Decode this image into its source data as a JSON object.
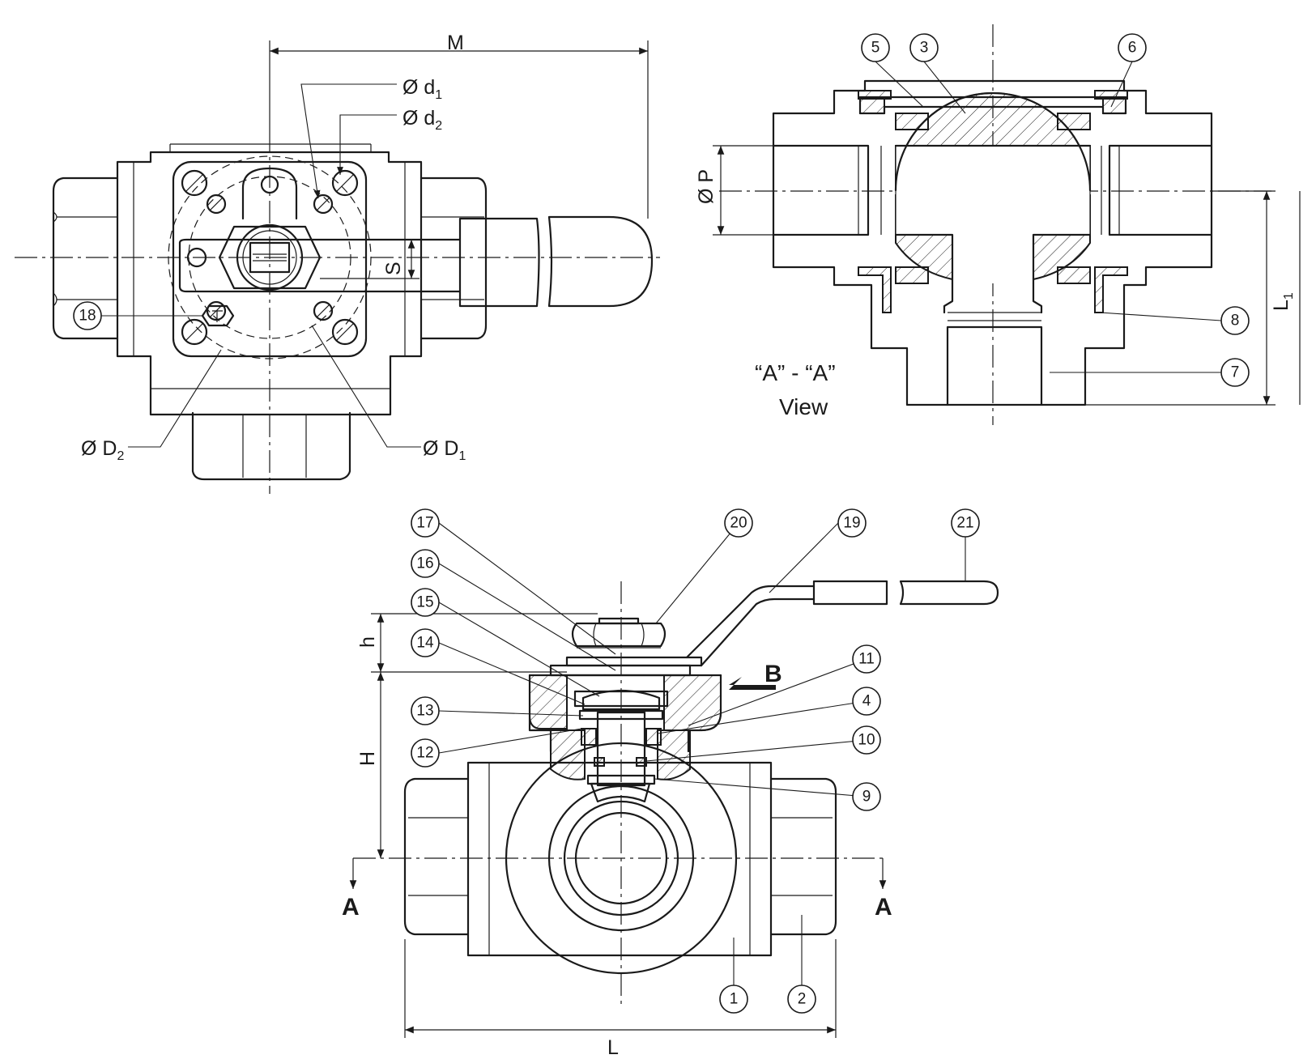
{
  "dimensions": {
    "M": "M",
    "d1": "Ø d",
    "d1_sub": "1",
    "d2": "Ø d",
    "d2_sub": "2",
    "D1": "Ø D",
    "D1_sub": "1",
    "D2": "Ø D",
    "D2_sub": "2",
    "S": "S",
    "P": "Ø P",
    "L1": "L",
    "L1_sub": "1",
    "h": "h",
    "H": "H",
    "L": "L"
  },
  "section_view": {
    "line1": "“A” - “A”",
    "line2": "View"
  },
  "markers": {
    "section_left": "A",
    "section_right": "A",
    "view_arrow": "B"
  },
  "part_numbers": [
    "1",
    "2",
    "3",
    "4",
    "5",
    "6",
    "7",
    "8",
    "9",
    "10",
    "11",
    "12",
    "13",
    "14",
    "15",
    "16",
    "17",
    "18",
    "19",
    "20",
    "21"
  ]
}
